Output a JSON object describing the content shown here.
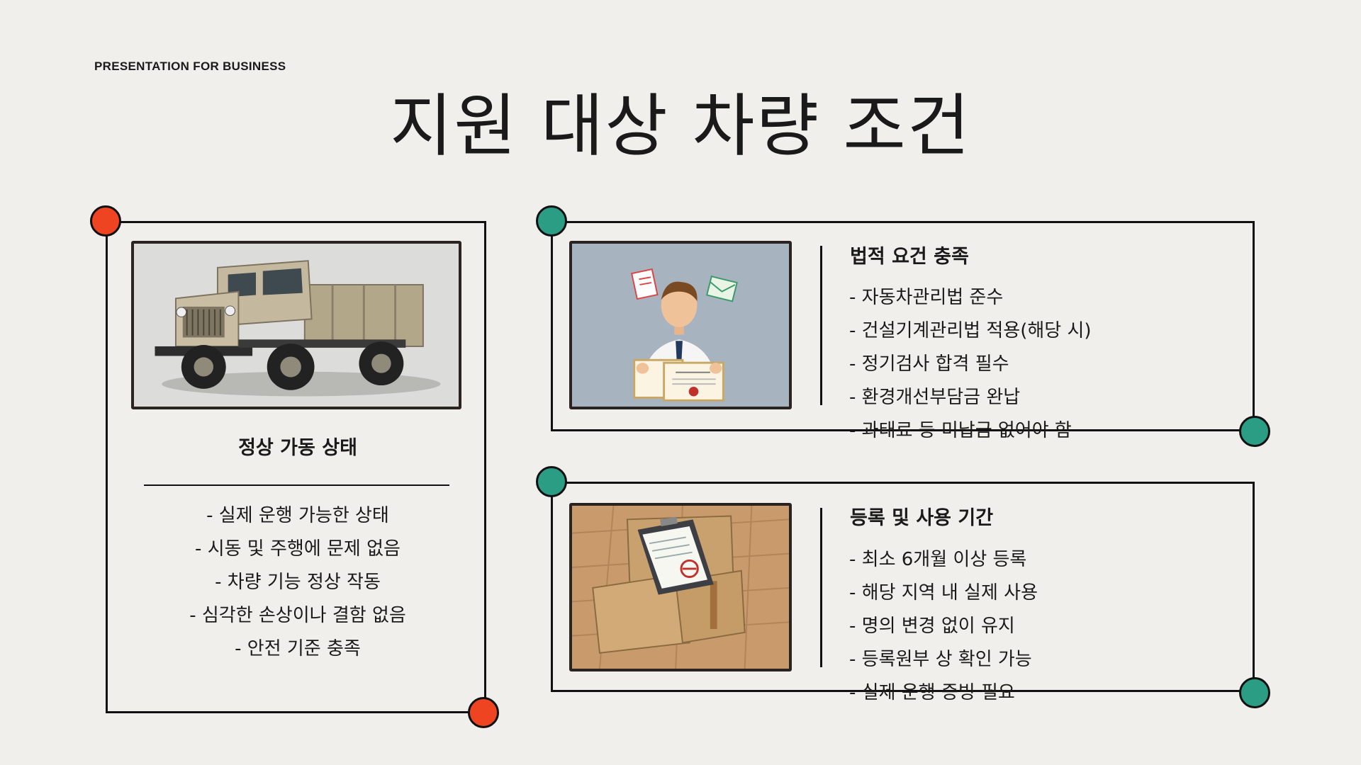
{
  "eyebrow": "PRESENTATION FOR BUSINESS",
  "title": "지원 대상 차량 조건",
  "accent_colors": {
    "red": "#ee4422",
    "teal": "#2a9d84"
  },
  "card_left": {
    "image": "vintage-military-truck-photo",
    "heading": "정상 가동 상태",
    "bullets": [
      "- 실제 운행 가능한 상태",
      "- 시동 및 주행에 문제 없음",
      "- 차량 기능 정상 작동",
      "- 심각한 손상이나 결함 없음",
      "- 안전 기준 충족"
    ]
  },
  "card_top_right": {
    "image": "businessman-holding-certificates-illustration",
    "heading": "법적 요건 충족",
    "bullets": [
      "- 자동차관리법 준수",
      "- 건설기계관리법 적용(해당 시)",
      "- 정기검사 합격 필수",
      "- 환경개선부담금 완납",
      "- 과태료 등 미납금 없어야 함"
    ]
  },
  "card_bottom_right": {
    "image": "cardboard-boxes-with-clipboard-photo",
    "heading": "등록 및 사용 기간",
    "bullets": [
      "- 최소 6개월 이상 등록",
      "- 해당 지역 내 실제 사용",
      "- 명의 변경 없이 유지",
      "- 등록원부 상 확인 가능",
      "- 실제 운행 증빙 필요"
    ]
  }
}
